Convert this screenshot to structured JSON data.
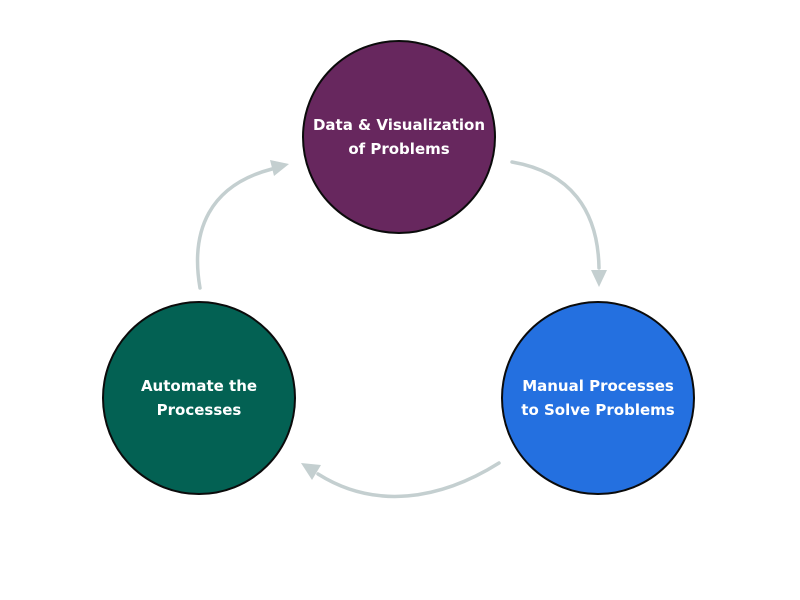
{
  "diagram": {
    "nodes": {
      "top": {
        "label": "Data & Visualization\nof Problems",
        "color": "#67275e"
      },
      "right": {
        "label": "Manual Processes\nto Solve Problems",
        "color": "#2470e0"
      },
      "left": {
        "label": "Automate the\nProcesses",
        "color": "#036153"
      }
    },
    "arrow_color": "#c4cfd0"
  }
}
